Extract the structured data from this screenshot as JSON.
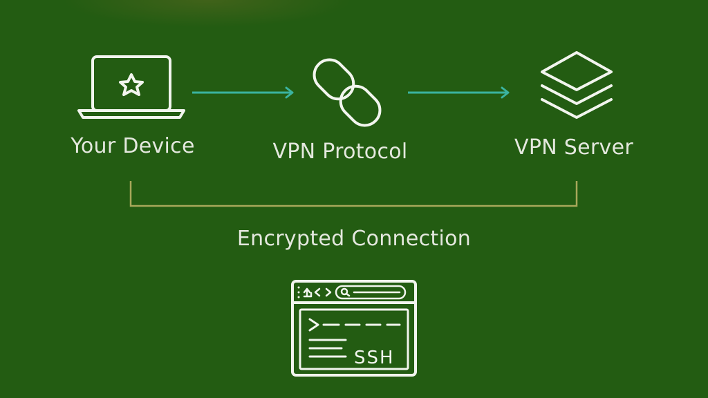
{
  "diagram": {
    "nodes": [
      {
        "id": "device",
        "label": "Your Device",
        "icon": "laptop-star-icon"
      },
      {
        "id": "protocol",
        "label": "VPN Protocol",
        "icon": "chain-link-icon"
      },
      {
        "id": "server",
        "label": "VPN Server",
        "icon": "stacked-layers-icon"
      }
    ],
    "bracket_label": "Encrypted Connection",
    "terminal": {
      "icon": "ssh-terminal-window-icon",
      "text": "SSH"
    },
    "colors": {
      "background": "#235c12",
      "arrow": "#3bb3a0",
      "bracket": "#a8a85a",
      "icon": "#f2f5ee",
      "text": "#e4e8de"
    }
  }
}
